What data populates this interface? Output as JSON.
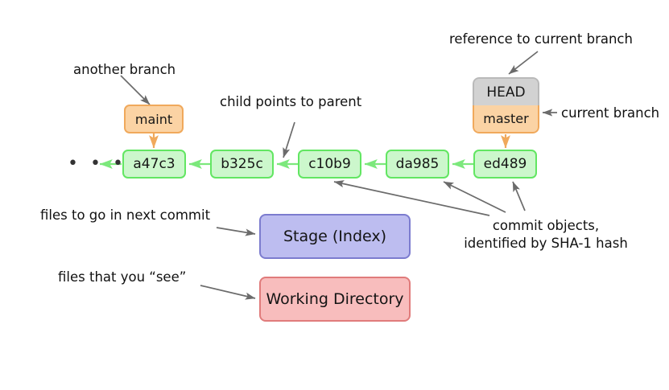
{
  "diagram": {
    "title": "Git repository object and staging diagram",
    "colors": {
      "commit_fill": "#ccf7cc",
      "commit_border": "#62e662",
      "branch_fill": "#fbd3a4",
      "branch_border": "#f0a95c",
      "head_fill": "#d2d2d2",
      "head_border": "#b9b9b9",
      "stage_fill": "#bdbdf0",
      "stage_border": "#7c7ccf",
      "workdir_fill": "#f8bdbd",
      "workdir_border": "#e07b7b",
      "arrow_gray": "#6b6b6b",
      "arrow_green": "#7ce87c",
      "arrow_orange": "#f0a95c",
      "text": "#111111",
      "background": "#ffffff"
    },
    "ellipsis": "• • •",
    "commits": [
      {
        "label": "a47c3"
      },
      {
        "label": "b325c"
      },
      {
        "label": "c10b9"
      },
      {
        "label": "da985"
      },
      {
        "label": "ed489"
      }
    ],
    "refs": {
      "maint": "maint",
      "head": "HEAD",
      "master": "master"
    },
    "areas": {
      "stage": "Stage (Index)",
      "working_directory": "Working Directory"
    },
    "annotations": {
      "another_branch": "another branch",
      "child_points_to_parent": "child points to parent",
      "reference_to_current_branch": "reference to current branch",
      "current_branch": "current branch",
      "commit_objects_line1": "commit objects,",
      "commit_objects_line2": "identified by SHA-1 hash",
      "files_next_commit": "files to go in next commit",
      "files_you_see": "files that you “see”"
    }
  }
}
